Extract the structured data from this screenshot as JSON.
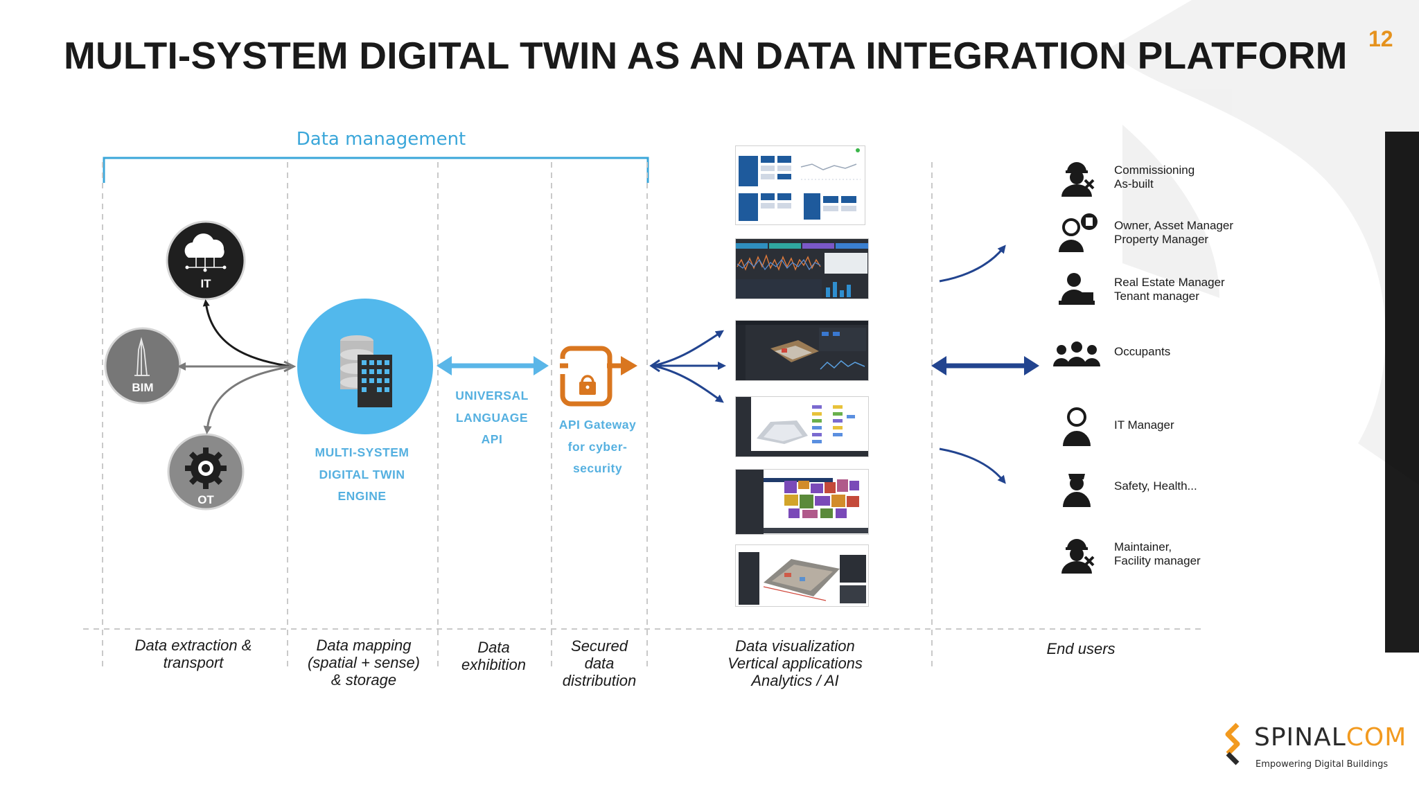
{
  "slide": {
    "title": "MULTI-SYSTEM DIGITAL TWIN AS AN DATA INTEGRATION PLATFORM",
    "page_number": "12",
    "accent_color": "#f29a1f"
  },
  "diagram": {
    "data_management_label": "Data management",
    "sources": [
      {
        "label": "IT",
        "icon": "cloud-network-icon",
        "color": "#1f1f1f"
      },
      {
        "label": "BIM",
        "icon": "building-tower-icon",
        "color": "#7a7a7a"
      },
      {
        "label": "OT",
        "icon": "gear-icon",
        "color": "#8c8c8c"
      }
    ],
    "engine": {
      "line1": "MULTI-SYSTEM",
      "line2": "DIGITAL TWIN",
      "line3": "ENGINE",
      "icon": "database-building-icon",
      "color": "#52b8ec"
    },
    "language": {
      "line1": "UNIVERSAL",
      "line2": "LANGUAGE",
      "line3": "API"
    },
    "gateway": {
      "line1": "API Gateway",
      "line2": "for cyber-",
      "line3": "security",
      "icon": "lock-gateway-icon",
      "color": "#d9761f"
    },
    "stages": [
      {
        "lines": [
          "Data extraction &",
          "transport"
        ]
      },
      {
        "lines": [
          "Data mapping",
          "(spatial + sense)",
          "& storage"
        ]
      },
      {
        "lines": [
          "Data",
          "exhibition"
        ]
      },
      {
        "lines": [
          "Secured",
          "data",
          "distribution"
        ]
      },
      {
        "lines": [
          "Data visualization",
          "Vertical applications",
          "Analytics / AI"
        ]
      },
      {
        "lines": [
          "End users"
        ]
      }
    ],
    "end_users": [
      {
        "lines": [
          "Commissioning",
          "As-built"
        ],
        "icon": "engineer-tools-icon"
      },
      {
        "lines": [
          "Owner, Asset Manager",
          "Property Manager"
        ],
        "icon": "owner-calculator-icon"
      },
      {
        "lines": [
          "Real Estate Manager",
          "Tenant manager"
        ],
        "icon": "manager-desk-icon"
      },
      {
        "lines": [
          "Occupants"
        ],
        "icon": "people-group-icon"
      },
      {
        "lines": [
          "IT Manager"
        ],
        "icon": "person-icon"
      },
      {
        "lines": [
          "Safety, Health..."
        ],
        "icon": "security-officer-icon"
      },
      {
        "lines": [
          "Maintainer,",
          "Facility manager"
        ],
        "icon": "worker-tools-icon"
      }
    ]
  },
  "logo": {
    "word_part1": "SPINAL",
    "word_part2": "COM",
    "tagline": "Empowering Digital Buildings"
  }
}
